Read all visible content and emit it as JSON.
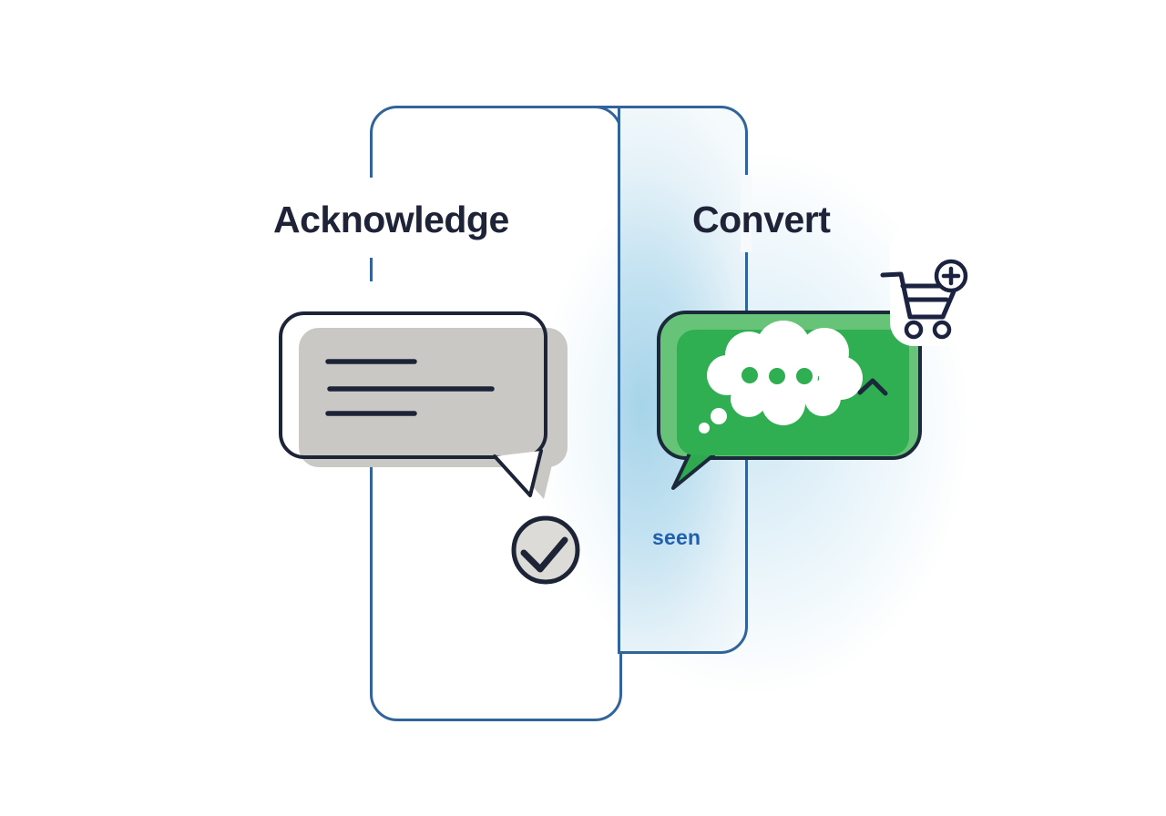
{
  "illustration": {
    "left_panel": {
      "title": "Acknowledge"
    },
    "right_panel": {
      "title": "Convert",
      "status_label": "seen"
    }
  },
  "icons": {
    "gray_bubble": "speech-bubble-with-text-lines",
    "check": "check-circle",
    "green_bubble": "thought-cloud-typing-indicator-bubble",
    "chevron": "chevron-up",
    "cart": "add-to-cart"
  },
  "colors": {
    "frame_border": "#30649a",
    "title_text": "#1f2338",
    "seen_text": "#1f5fae",
    "outline_navy": "#1d2438",
    "bubble_gray_fill": "#cac8c5",
    "check_fill": "#dddbd8",
    "green_outer": "#67c377",
    "green_inner": "#2fae52",
    "strip_blue": "#a6d4e9",
    "background": "#ffffff"
  }
}
